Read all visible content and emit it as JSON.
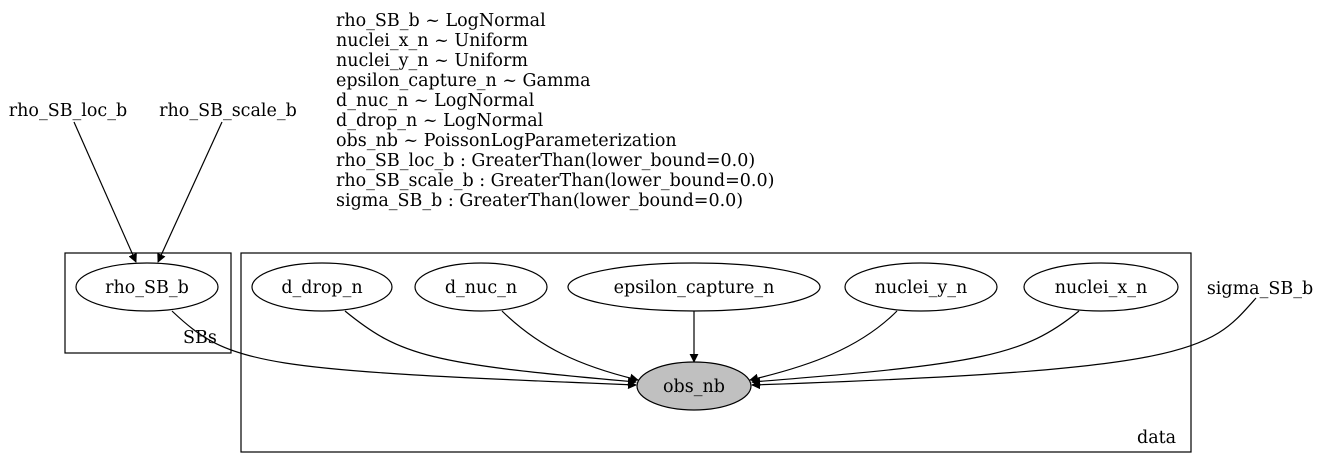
{
  "legend": {
    "lines": [
      "rho_SB_b ~ LogNormal",
      "nuclei_x_n ~ Uniform",
      "nuclei_y_n ~ Uniform",
      "epsilon_capture_n ~ Gamma",
      "d_nuc_n ~ LogNormal",
      "d_drop_n ~ LogNormal",
      "obs_nb ~ PoissonLogParameterization",
      "rho_SB_loc_b : GreaterThan(lower_bound=0.0)",
      "rho_SB_scale_b : GreaterThan(lower_bound=0.0)",
      "sigma_SB_b : GreaterThan(lower_bound=0.0)"
    ]
  },
  "plates": {
    "sbs": "SBs",
    "data": "data"
  },
  "nodes": {
    "rho_SB_loc_b": "rho_SB_loc_b",
    "rho_SB_scale_b": "rho_SB_scale_b",
    "sigma_SB_b": "sigma_SB_b",
    "rho_SB_b": "rho_SB_b",
    "d_drop_n": "d_drop_n",
    "d_nuc_n": "d_nuc_n",
    "epsilon_capture_n": "epsilon_capture_n",
    "nuclei_y_n": "nuclei_y_n",
    "nuclei_x_n": "nuclei_x_n",
    "obs_nb": "obs_nb"
  },
  "colors": {
    "observed_fill": "#c0c0c0",
    "stroke": "#000000"
  }
}
